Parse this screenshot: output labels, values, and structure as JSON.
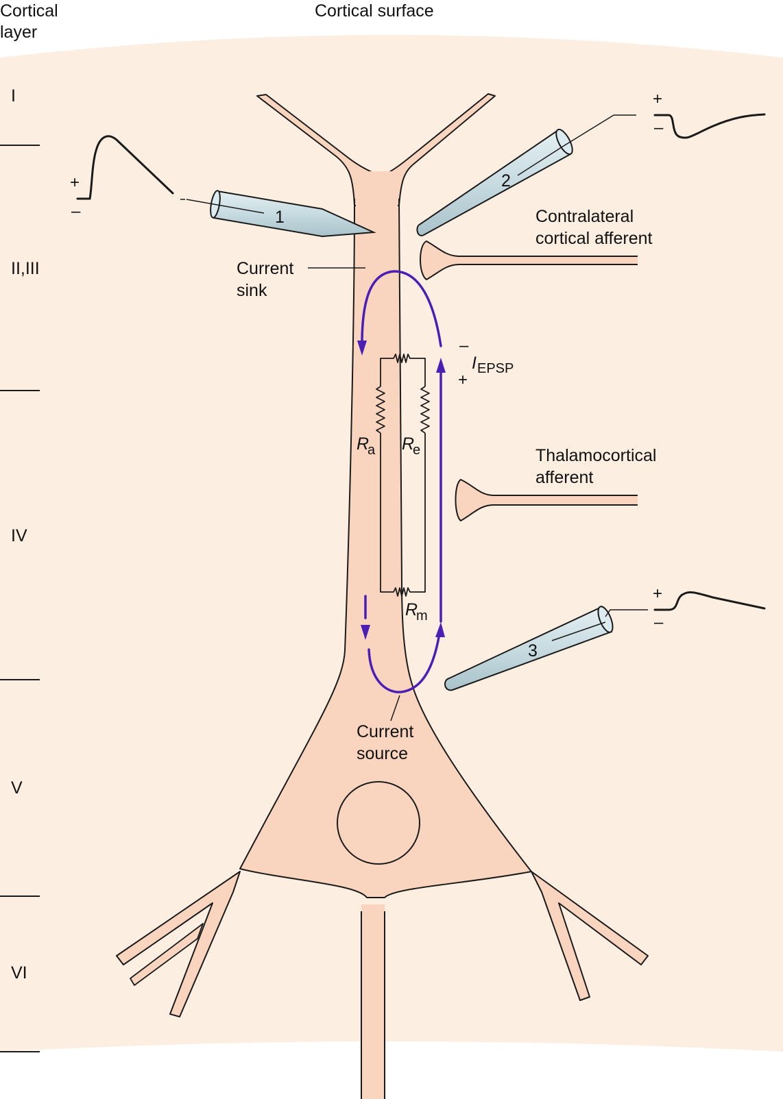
{
  "header": {
    "layer_title_line1": "Cortical",
    "layer_title_line2": "layer",
    "surface_label": "Cortical surface"
  },
  "layers": [
    "I",
    "II,III",
    "IV",
    "V",
    "VI"
  ],
  "labels": {
    "current_sink_line1": "Current",
    "current_sink_line2": "sink",
    "current_source_line1": "Current",
    "current_source_line2": "source",
    "contralateral_line1": "Contralateral",
    "contralateral_line2": "cortical afferent",
    "thalamocortical_line1": "Thalamocortical",
    "thalamocortical_line2": "afferent",
    "iepsp_symbol": "I",
    "iepsp_subscript": "EPSP",
    "ra_symbol": "R",
    "ra_subscript": "a",
    "re_symbol": "R",
    "re_subscript": "e",
    "rm_symbol": "R",
    "rm_subscript": "m",
    "plus": "+",
    "minus": "–"
  },
  "electrodes": [
    {
      "number": "1"
    },
    {
      "number": "2"
    },
    {
      "number": "3"
    }
  ],
  "colors": {
    "tissue": "#fcefe2",
    "neuron": "#f9d5bf",
    "electrode": "#cfe0e5",
    "current_loop": "#4b1fb3",
    "outline": "#1a1a1a"
  }
}
